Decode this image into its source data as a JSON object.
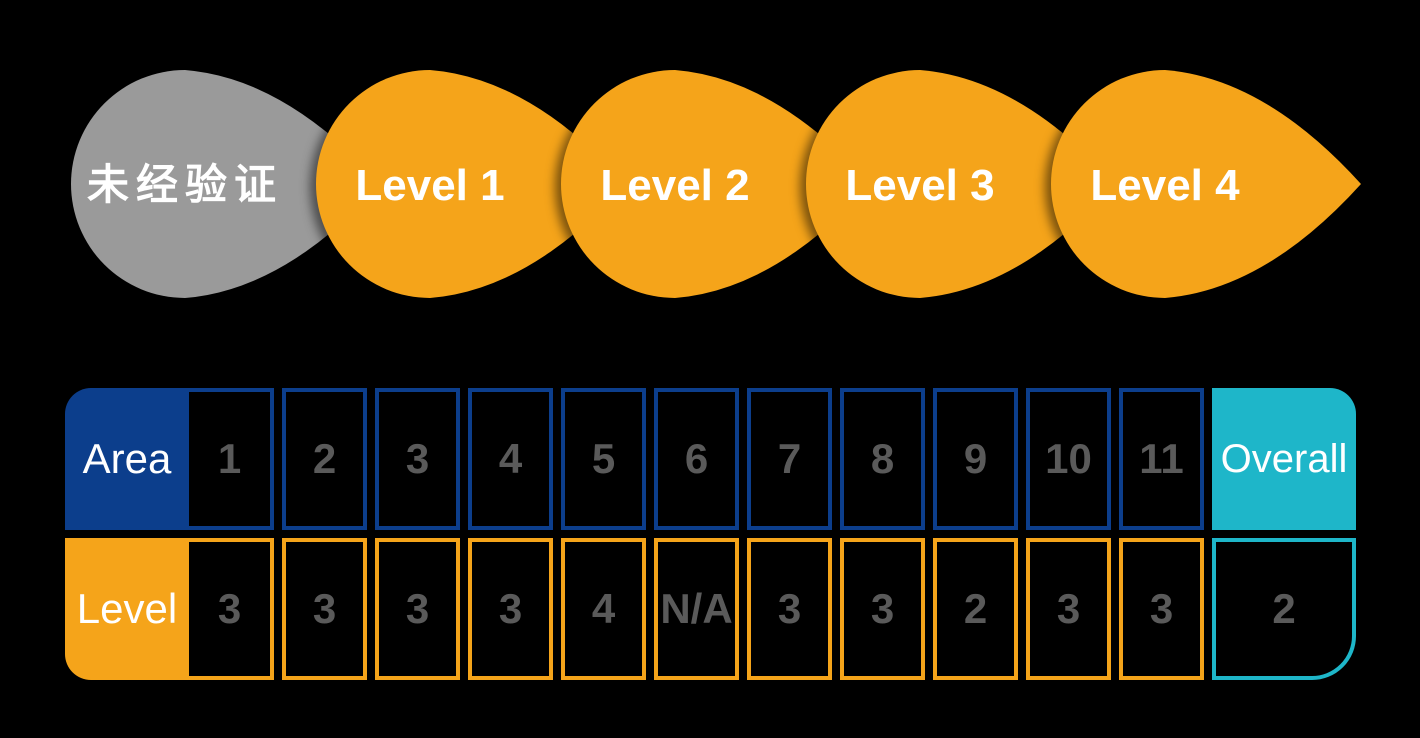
{
  "colors": {
    "background": "#000000",
    "navy": "#0C3E8C",
    "orange": "#F5A41A",
    "teal": "#1EB6C9",
    "stage_gray": "#9A9A9A",
    "value_text": "#5A5A5A",
    "label_text": "#FFFFFF"
  },
  "pipeline": {
    "stages": [
      {
        "label": "未经验证",
        "color": "#9A9A9A"
      },
      {
        "label": "Level 1",
        "color": "#F5A41A"
      },
      {
        "label": "Level 2",
        "color": "#F5A41A"
      },
      {
        "label": "Level 3",
        "color": "#F5A41A"
      },
      {
        "label": "Level 4",
        "color": "#F5A41A"
      }
    ]
  },
  "table": {
    "row_headers": {
      "area": "Area",
      "level": "Level"
    },
    "overall_header": "Overall",
    "areas": [
      "1",
      "2",
      "3",
      "4",
      "5",
      "6",
      "7",
      "8",
      "9",
      "10",
      "11"
    ],
    "levels": [
      "3",
      "3",
      "3",
      "3",
      "4",
      "N/A",
      "3",
      "3",
      "2",
      "3",
      "3"
    ],
    "overall_level": "2"
  }
}
